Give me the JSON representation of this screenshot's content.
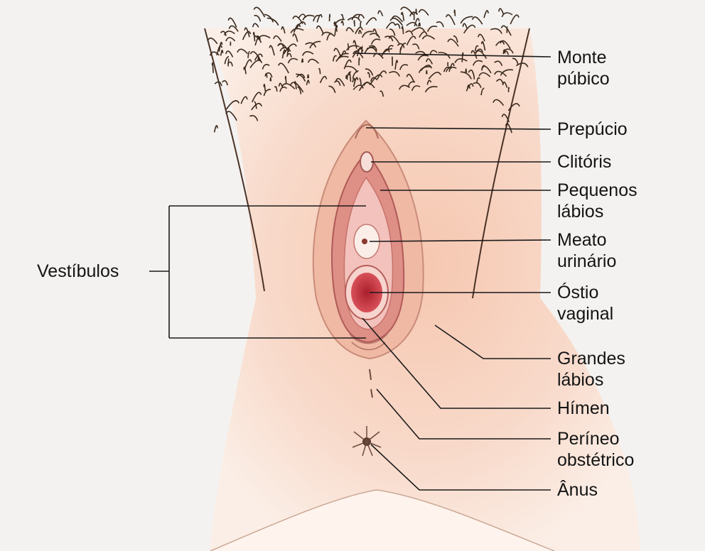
{
  "labels": {
    "monte_publico": [
      "Monte",
      "púbico"
    ],
    "prepucio": [
      "Prepúcio"
    ],
    "clitoris": [
      "Clitóris"
    ],
    "pequenos_labios": [
      "Pequenos",
      "lábios"
    ],
    "meato_urinario": [
      "Meato",
      "urinário"
    ],
    "ostio_vaginal": [
      "Óstio",
      "vaginal"
    ],
    "grandes_labios": [
      "Grandes",
      "lábios"
    ],
    "himen": [
      "Hímen"
    ],
    "perineo": [
      "Períneo",
      "obstétrico"
    ],
    "anus": [
      "Ânus"
    ],
    "vestibulos": [
      "Vestíbulos"
    ]
  },
  "colors": {
    "background": "#f4f2f0",
    "skin_light": "#fbe7dc",
    "skin_mid": "#f3bfa6",
    "labia_outer": "#eab2a0",
    "labia_inner": "#d9837c",
    "vestibule": "#efaaa6",
    "vaginal_opening": "#c8343c",
    "hair": "#3a2a1e",
    "leader_line": "#1a1a1a"
  }
}
